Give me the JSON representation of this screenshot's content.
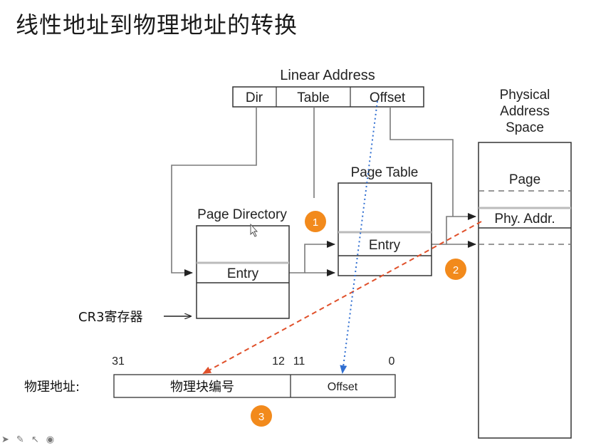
{
  "title": "线性地址到物理地址的转换",
  "linear_address": {
    "caption": "Linear Address",
    "fields": [
      "Dir",
      "Table",
      "Offset"
    ]
  },
  "physical_space": {
    "caption_lines": [
      "Physical",
      "Address",
      "Space"
    ],
    "page_label": "Page",
    "phy_addr_label": "Phy. Addr."
  },
  "page_table": {
    "caption": "Page Table",
    "entry_label": "Entry"
  },
  "page_directory": {
    "caption": "Page Directory",
    "entry_label": "Entry"
  },
  "cr3_label": "CR3寄存器",
  "physical_address": {
    "label": "物理地址:",
    "fields": [
      "物理块编号",
      "Offset"
    ],
    "bit_labels": [
      "31",
      "12",
      "11",
      "0"
    ]
  },
  "steps": [
    "1",
    "2",
    "3"
  ],
  "colors": {
    "badge": "#f28a1c",
    "red_arrow": "#e0502a",
    "blue_arrow": "#2f6ed1",
    "line": "#7a7a7a",
    "box_border": "#333333"
  },
  "toolbar_icons": [
    "arrow-icon",
    "pen-icon",
    "pointer-icon",
    "target-icon"
  ]
}
